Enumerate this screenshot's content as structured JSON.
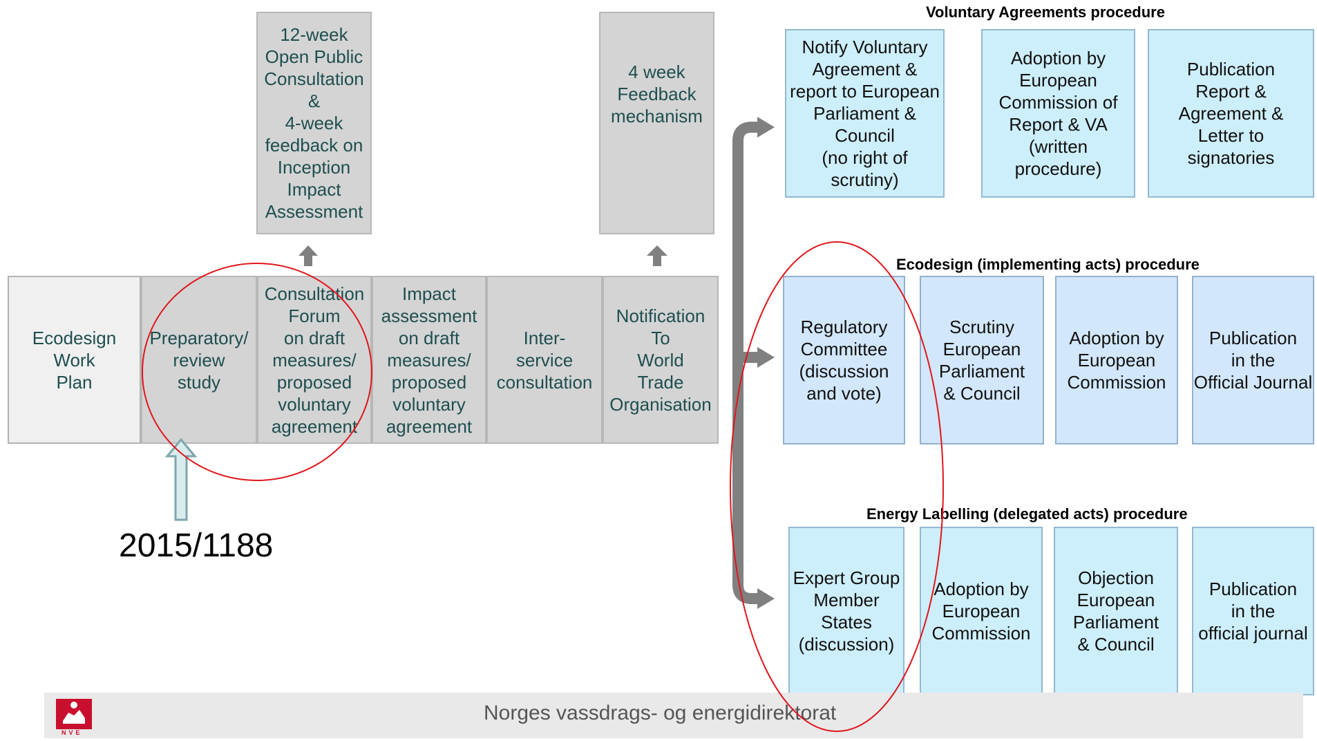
{
  "process": {
    "ecodesign_work_plan": "Ecodesign\nWork\nPlan",
    "preparatory_study": "Preparatory/\nreview\nstudy",
    "consultation_forum": "Consultation\nForum\non draft\nmeasures/\nproposed\nvoluntary\nagreement",
    "impact_assessment": "Impact\nassessment\non draft\nmeasures/\nproposed\nvoluntary\nagreement",
    "interservice": "Inter-\nservice\nconsultation",
    "wto_notification": "Notification\nTo\nWorld\nTrade\nOrganisation"
  },
  "top_boxes": {
    "public_consultation": "12-week\nOpen Public\nConsultation\n&\n4-week\nfeedback on\nInception\nImpact\nAssessment",
    "feedback_mechanism": "4 week\nFeedback\nmechanism"
  },
  "regulation_label": "2015/1188",
  "voluntary": {
    "heading": "Voluntary Agreements procedure",
    "steps": [
      "Notify Voluntary\nAgreement &\nreport to European\nParliament &\nCouncil\n(no right of  scrutiny)",
      "Adoption by\nEuropean\nCommission of\nReport & VA\n(written\nprocedure)",
      "Publication\nReport &\nAgreement &\nLetter to\nsignatories"
    ]
  },
  "ecodesign": {
    "heading": "Ecodesign (implementing acts) procedure",
    "steps": [
      "Regulatory\nCommittee\n(discussion\nand vote)",
      "Scrutiny\nEuropean\nParliament\n& Council",
      "Adoption by\nEuropean\nCommission",
      "Publication\nin the\nOfficial Journal"
    ]
  },
  "labelling": {
    "heading": "Energy Labelling (delegated acts) procedure",
    "steps": [
      "Expert Group\nMember\nStates\n(discussion)",
      "Adoption by\nEuropean\nCommission",
      "Objection\nEuropean\nParliament\n& Council",
      "Publication\nin the\nofficial journal"
    ]
  },
  "footer": {
    "organisation": "Norges vassdrags- og energidirektorat",
    "logo_text": "NVE"
  },
  "colors": {
    "grey_box": "#d4d4d4",
    "blue_box": "#cdeefb",
    "arrow": "#808080",
    "annotation_red": "#e0161b",
    "logo_red": "#c8102e"
  }
}
